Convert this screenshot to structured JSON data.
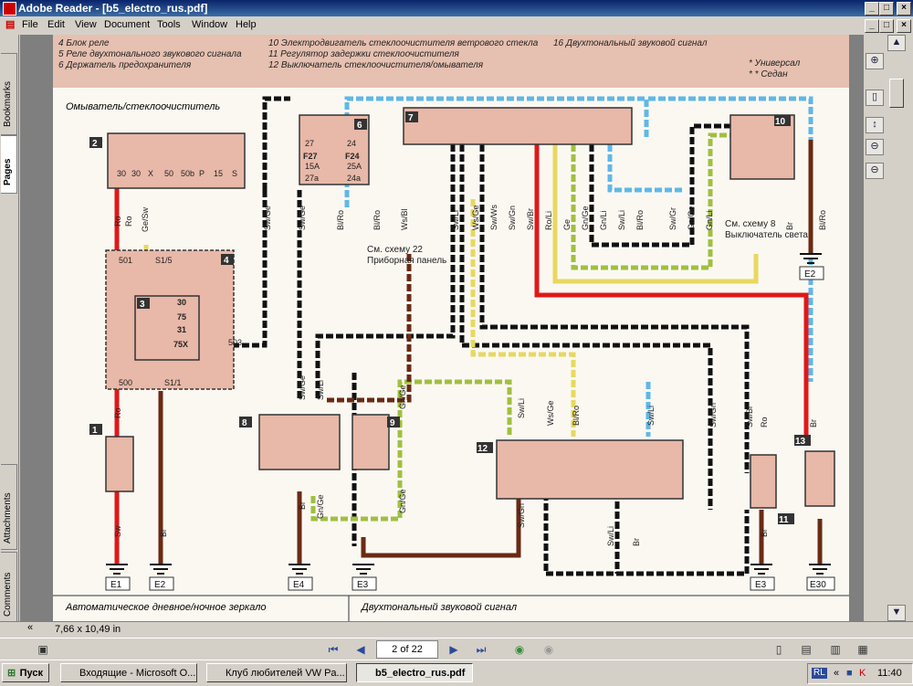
{
  "window": {
    "title": "Adobe Reader - [b5_electro_rus.pdf]"
  },
  "menu": [
    "File",
    "Edit",
    "View",
    "Document",
    "Tools",
    "Window",
    "Help"
  ],
  "side_tabs": {
    "bookmarks": "Bookmarks",
    "pages": "Pages",
    "attachments": "Attachments",
    "comments": "Comments"
  },
  "legend": {
    "col1": [
      "4   Блок реле",
      "5   Реле двухтонального звукового сигнала",
      "6   Держатель предохранителя"
    ],
    "col2": [
      "10   Электродвигатель стеклоочистителя ветрового стекла",
      "11   Регулятор задержки стеклоочистителя",
      "12   Выключатель стеклоочистителя/омывателя"
    ],
    "col3": [
      "16   Двухтональный звуковой сигнал"
    ],
    "notes": [
      "* Универсал",
      "* * Седан"
    ]
  },
  "diagram": {
    "section_left": "Омыватель/стеклоочиститель",
    "bottom_left": "Автоматическое дневное/ночное зеркало",
    "bottom_right": "Двухтональный звуковой сигнал",
    "ref_22": "См. схему 22",
    "ref_22b": "Приборная панель",
    "ref_8": "См. схему 8",
    "ref_8b": "Выключатель света",
    "components": [
      "2",
      "4",
      "3",
      "6",
      "7",
      "10",
      "1",
      "8",
      "9",
      "12",
      "11",
      "13"
    ],
    "grounds": [
      "E1",
      "E2",
      "E4",
      "E3",
      "E3",
      "E30",
      "E2"
    ],
    "switch_pins": [
      "30",
      "30",
      "X",
      "50",
      "50b",
      "P",
      "15",
      "S"
    ],
    "relay_pins": [
      "30",
      "75",
      "31",
      "75X"
    ],
    "relay_labels": [
      "501",
      "S1/5",
      "503",
      "500",
      "S1/1"
    ],
    "fuses": [
      "27",
      "24",
      "F27",
      "F24",
      "15A",
      "25A",
      "27a",
      "24a"
    ],
    "wire_labels": [
      "Ro",
      "Ge/Sw",
      "Ro",
      "Sw/Ge",
      "Sw/Ge",
      "Bl/Ro",
      "Bl/Ro",
      "Ws/Bl",
      "Sw/Li",
      "Ws/Ge",
      "Sw/Ws",
      "Sw/Gn",
      "Sw/Br",
      "Ro/Li",
      "Ge",
      "Gn/Ge",
      "Gn/Li",
      "Sw/Li",
      "Bl/Ro",
      "Sw/Gr",
      "Gn/Ge",
      "Gn/Li",
      "Br",
      "Bl/Ro",
      "Ro",
      "Sw",
      "Br",
      "Sw/Ge",
      "Sw/Li",
      "Gn/Ge",
      "Br",
      "Gn/Ge",
      "Gn/Ge",
      "Sw/Li",
      "Ws/Ge",
      "Bl/Ro",
      "Sw/Li",
      "Sw/Gn",
      "Sw/Br",
      "Ro",
      "Br",
      "Sw/Gn",
      "Sw/Li",
      "Br",
      "Br"
    ]
  },
  "status": {
    "page_size": "7,66 x 10,49 in"
  },
  "nav": {
    "page_indicator": "2 of 22"
  },
  "taskbar": {
    "start": "Пуск",
    "tasks": [
      "Входящие - Microsoft O...",
      "Клуб любителей VW Pa...",
      "b5_electro_rus.pdf"
    ],
    "clock": "11:40",
    "tray_lang": "RL"
  },
  "colors": {
    "titlebar": "#0a246a",
    "component_fill": "#e8b8a8",
    "wire_blue": "#5fb8e8",
    "wire_red": "#e01818",
    "wire_green": "#a0c040",
    "wire_yellow": "#e8d860"
  }
}
